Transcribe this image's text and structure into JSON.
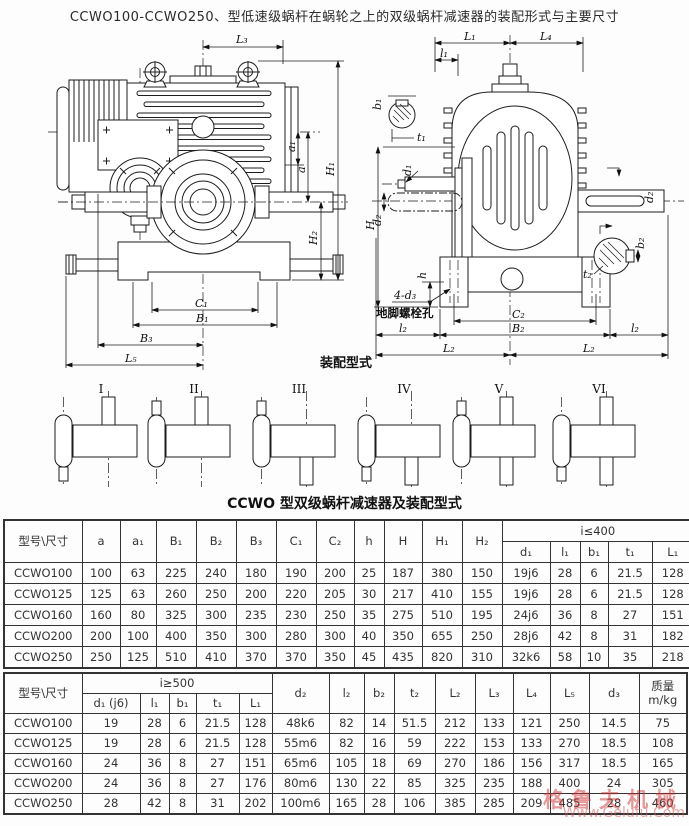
{
  "page": {
    "title": "CCWO100-CCWO250、型低速级蜗杆在蜗轮之上的双级蜗杆减速器的装配形式与主要尺寸"
  },
  "drawings": {
    "front": {
      "L3": "L₃",
      "a1": "a₁",
      "a": "a",
      "H1": "H₁",
      "H2": "H₂",
      "C1": "C₁",
      "B1": "B₁",
      "B3": "B₃",
      "L5": "L₅"
    },
    "side": {
      "L1": "L₁",
      "L4": "L₄",
      "l1": "l₁",
      "b1": "b₁",
      "t1": "t₁",
      "d1": "d₁",
      "d2l": "d₂",
      "d2r": "d₂",
      "H": "H",
      "h": "h",
      "note1": "4-d₃",
      "note2": "地脚螺栓孔",
      "C2": "C₂",
      "B2": "B₂",
      "l2l": "l₂",
      "l2r": "l₂",
      "L2l": "L₂",
      "L2r": "L₂",
      "b2": "b₂",
      "t2": "t₂"
    },
    "assembly_label": "装配型式",
    "caption": "CCWO 型双级蜗杆减速器及装配型式",
    "assembly_types": [
      {
        "label": "I",
        "stub": "down",
        "output": "up"
      },
      {
        "label": "II",
        "stub": "up",
        "output": "up"
      },
      {
        "label": "III",
        "stub": "up",
        "output": "down"
      },
      {
        "label": "IV",
        "stub": "down",
        "output": "down"
      },
      {
        "label": "V",
        "stub": "up",
        "output": "both"
      },
      {
        "label": "VI",
        "stub": "down",
        "output": "both"
      }
    ]
  },
  "table1": {
    "model_header": "型号\\尺寸",
    "simple_cols": [
      "a",
      "a₁",
      "B₁",
      "B₂",
      "B₃",
      "C₁",
      "C₂",
      "h",
      "H",
      "H₁",
      "H₂"
    ],
    "group_header": "i≤400",
    "group_cols": [
      "d₁",
      "l₁",
      "b₁",
      "t₁",
      "L₁"
    ],
    "rows": [
      {
        "model": "CCWO100",
        "values": [
          "100",
          "63",
          "225",
          "240",
          "180",
          "190",
          "200",
          "25",
          "187",
          "380",
          "150",
          "19j6",
          "28",
          "6",
          "21.5",
          "128"
        ]
      },
      {
        "model": "CCWO125",
        "values": [
          "125",
          "63",
          "260",
          "250",
          "200",
          "220",
          "205",
          "30",
          "217",
          "410",
          "155",
          "19j6",
          "28",
          "6",
          "21.5",
          "128"
        ]
      },
      {
        "model": "CCWO160",
        "values": [
          "160",
          "80",
          "325",
          "300",
          "235",
          "230",
          "250",
          "35",
          "275",
          "510",
          "195",
          "24j6",
          "36",
          "8",
          "27",
          "151"
        ]
      },
      {
        "model": "CCWO200",
        "values": [
          "200",
          "100",
          "400",
          "350",
          "300",
          "280",
          "300",
          "40",
          "350",
          "655",
          "250",
          "28j6",
          "42",
          "8",
          "31",
          "182"
        ]
      },
      {
        "model": "CCWO250",
        "values": [
          "250",
          "125",
          "510",
          "410",
          "370",
          "370",
          "350",
          "45",
          "435",
          "820",
          "310",
          "32k6",
          "58",
          "10",
          "35",
          "218"
        ]
      }
    ]
  },
  "table2": {
    "model_header": "型号\\尺寸",
    "group_header": "i≥500",
    "group_cols": [
      "d₁ (j6)",
      "l₁",
      "b₁",
      "t₁",
      "L₁"
    ],
    "other_cols": [
      "d₂",
      "l₂",
      "b₂",
      "t₂",
      "L₂",
      "L₃",
      "L₄",
      "L₅",
      "d₃"
    ],
    "mass_label": "质量",
    "mass_unit": "m/kg",
    "rows": [
      {
        "model": "CCWO100",
        "values": [
          "19",
          "28",
          "6",
          "21.5",
          "128",
          "48k6",
          "82",
          "14",
          "51.5",
          "212",
          "133",
          "121",
          "250",
          "14.5",
          "75"
        ]
      },
      {
        "model": "CCWO125",
        "values": [
          "19",
          "28",
          "6",
          "21.5",
          "128",
          "55m6",
          "82",
          "16",
          "59",
          "222",
          "153",
          "133",
          "270",
          "18.5",
          "108"
        ]
      },
      {
        "model": "CCWO160",
        "values": [
          "24",
          "36",
          "8",
          "27",
          "151",
          "65m6",
          "105",
          "18",
          "69",
          "270",
          "186",
          "156",
          "317",
          "18.5",
          "165"
        ]
      },
      {
        "model": "CCWO200",
        "values": [
          "24",
          "36",
          "8",
          "27",
          "176",
          "80m6",
          "130",
          "22",
          "85",
          "325",
          "235",
          "188",
          "400",
          "24",
          "305"
        ]
      },
      {
        "model": "CCWO250",
        "values": [
          "28",
          "42",
          "8",
          "31",
          "202",
          "100m6",
          "165",
          "28",
          "106",
          "385",
          "285",
          "209",
          "485",
          "28",
          "460"
        ]
      }
    ]
  },
  "watermark": {
    "text_cn": "格鲁夫机械",
    "text_url": "Www.Gelufu.Com",
    "color": "#cd3232"
  }
}
